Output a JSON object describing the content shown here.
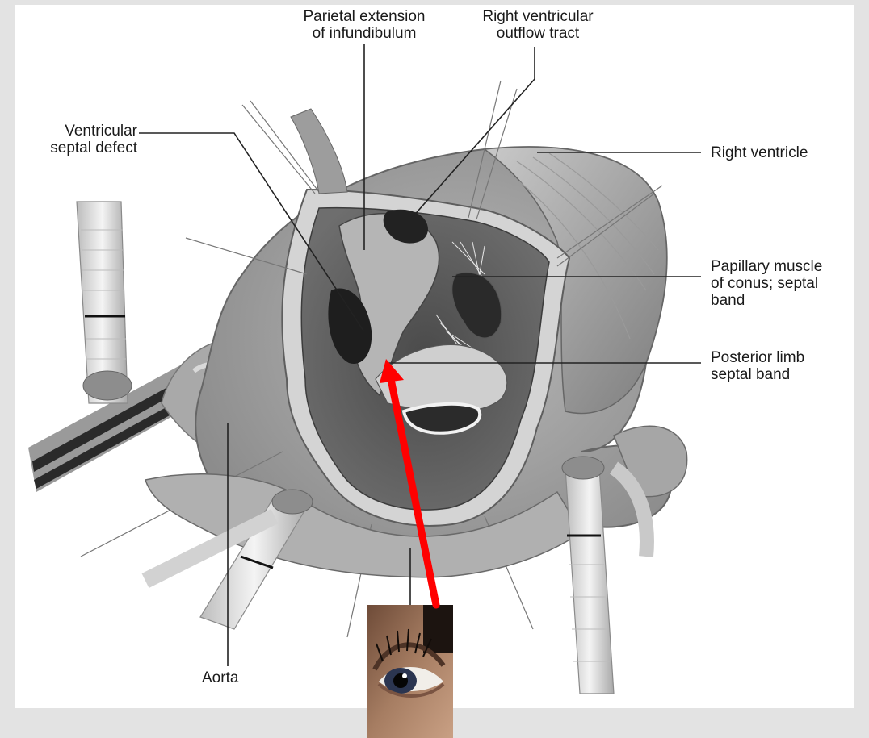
{
  "labels": {
    "parietal": [
      "Parietal extension",
      "of infundibulum"
    ],
    "rvot": [
      "Right ventricular",
      "outflow tract"
    ],
    "vsd": [
      "Ventricular",
      "septal defect"
    ],
    "right_ventricle": "Right ventricle",
    "papillary": [
      "Papillary muscle",
      "of conus; septal",
      "band"
    ],
    "posterior": [
      "Posterior limb",
      "septal band"
    ],
    "aorta": "Aorta"
  },
  "colors": {
    "background": "#e3e3e3",
    "panel": "#ffffff",
    "pointer_arrow": "#ff0000",
    "leader_line": "#222222"
  }
}
